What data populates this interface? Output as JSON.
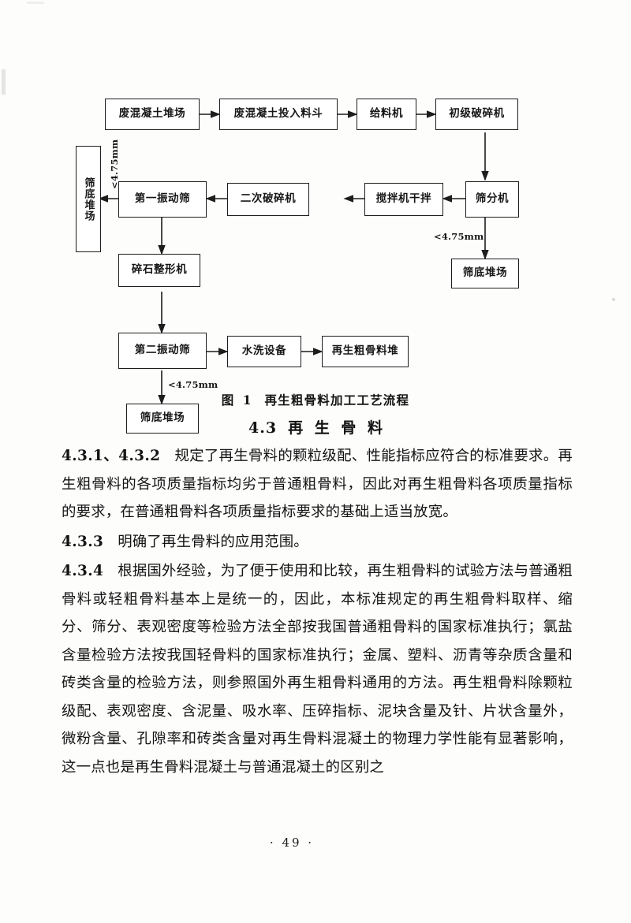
{
  "figure": {
    "caption_label": "图 1",
    "caption_text": "再生粗骨料加工工艺流程",
    "nodes": {
      "waste_concrete_yard": "废混凝土堆场",
      "waste_concrete_hopper": "废混凝土投入料斗",
      "feeder": "给料机",
      "primary_crusher": "初级破碎机",
      "screening_machine": "筛分机",
      "mixer_dry_mix": "搅拌机干拌",
      "secondary_crusher": "二次破碎机",
      "first_vibrating_screen": "第一振动筛",
      "screen_bottom_yard_left": "筛底堆场",
      "screen_bottom_yard_right": "筛底堆场",
      "stone_shaper": "碎石整形机",
      "second_vibrating_screen": "第二振动筛",
      "water_washing_equipment": "水洗设备",
      "recycled_coarse_aggregate_pile": "再生粗骨料堆",
      "screen_bottom_yard_bottom": "筛底堆场"
    },
    "edge_labels": {
      "left_size": "<4.75mm",
      "right_size": "<4.75mm",
      "bottom_size": "<4.75mm"
    }
  },
  "section": {
    "number": "4.3",
    "title": "再 生 骨 料"
  },
  "paragraphs": [
    {
      "clause": "4.3.1、4.3.2",
      "text": "规定了再生骨料的颗粒级配、性能指标应符合的标准要求。再生粗骨料的各项质量指标均劣于普通粗骨料，因此对再生粗骨料各项质量指标的要求，在普通粗骨料各项质量指标要求的基础上适当放宽。"
    },
    {
      "clause": "4.3.3",
      "text": "明确了再生骨料的应用范围。"
    },
    {
      "clause": "4.3.4",
      "text": "根据国外经验，为了便于使用和比较，再生粗骨料的试验方法与普通粗骨料或轻粗骨料基本上是统一的，因此，本标准规定的再生粗骨料取样、缩分、筛分、表观密度等检验方法全部按我国普通粗骨料的国家标准执行；氯盐含量检验方法按我国轻骨料的国家标准执行；金属、塑料、沥青等杂质含量和砖类含量的检验方法，则参照国外再生粗骨料通用的方法。再生粗骨料除颗粒级配、表观密度、含泥量、吸水率、压碎指标、泥块含量及针、片状含量外，微粉含量、孔隙率和砖类含量对再生骨料混凝土的物理力学性能有显著影响，这一点也是再生骨料混凝土与普通混凝土的区别之"
    }
  ],
  "footer": {
    "page_number": "· 49 ·"
  }
}
